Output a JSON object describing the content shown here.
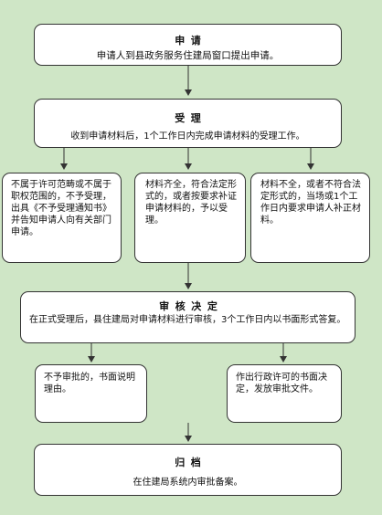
{
  "flow": {
    "apply": {
      "title": "申请",
      "text": "申请人到县政务服务住建局窗口提出申请。"
    },
    "accept": {
      "title": "受理",
      "text": "收到申请材料后，1个工作日内完成申请材料的受理工作。"
    },
    "branches": [
      "不属于许可范畴或不属于职权范围的，不予受理，出具《不予受理通知书》并告知申请人向有关部门申请。",
      "材料齐全，符合法定形式的，或者按要求补证申请材料的，予以受理。",
      "材料不全，或者不符合法定形式的，当场或1个工作日内要求申请人补正材料。"
    ],
    "review": {
      "title": "审核决定",
      "text": "在正式受理后，县住建局对申请材料进行审核，3个工作日内以书面形式答复。"
    },
    "outcomes": [
      "不予审批的，书面说明理由。",
      "作出行政许可的书面决定，发放审批文件。"
    ],
    "archive": {
      "title": "归档",
      "text": "在住建局系统内审批备案。"
    }
  }
}
